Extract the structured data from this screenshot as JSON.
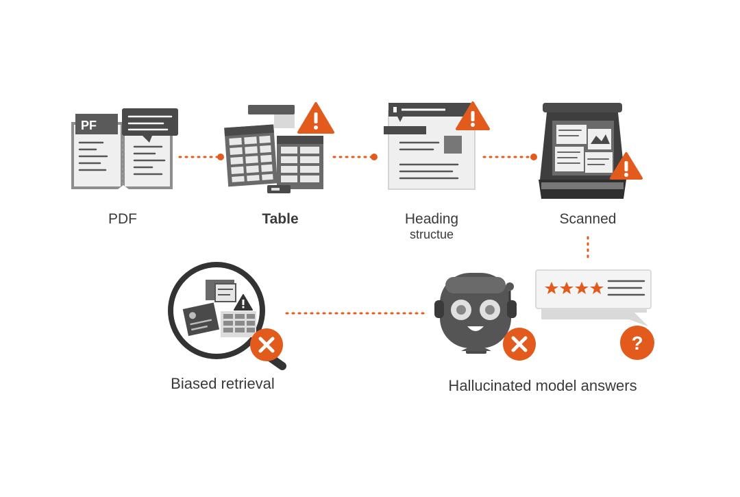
{
  "labels": {
    "pdf": "PDF",
    "table": "Table",
    "heading_line1": "Heading",
    "heading_line2": "structue",
    "scanned": "Scanned",
    "biased": "Biased retrieval",
    "hallucinated": "Hallucinated model answers"
  },
  "pdf_badge": "PF",
  "pdf_icon_text": "PF",
  "colors": {
    "accent": "#E25A1C",
    "dark": "#4A4A4A",
    "mid": "#7A7A7A",
    "light": "#EDEDED",
    "text": "#3A3A3A"
  },
  "icons": [
    "document-pdf-icon",
    "table-icon",
    "heading-structure-icon",
    "scanner-icon",
    "magnifier-icon",
    "robot-icon",
    "rating-bubble-icon",
    "warning-icon",
    "error-x-icon",
    "question-icon"
  ]
}
